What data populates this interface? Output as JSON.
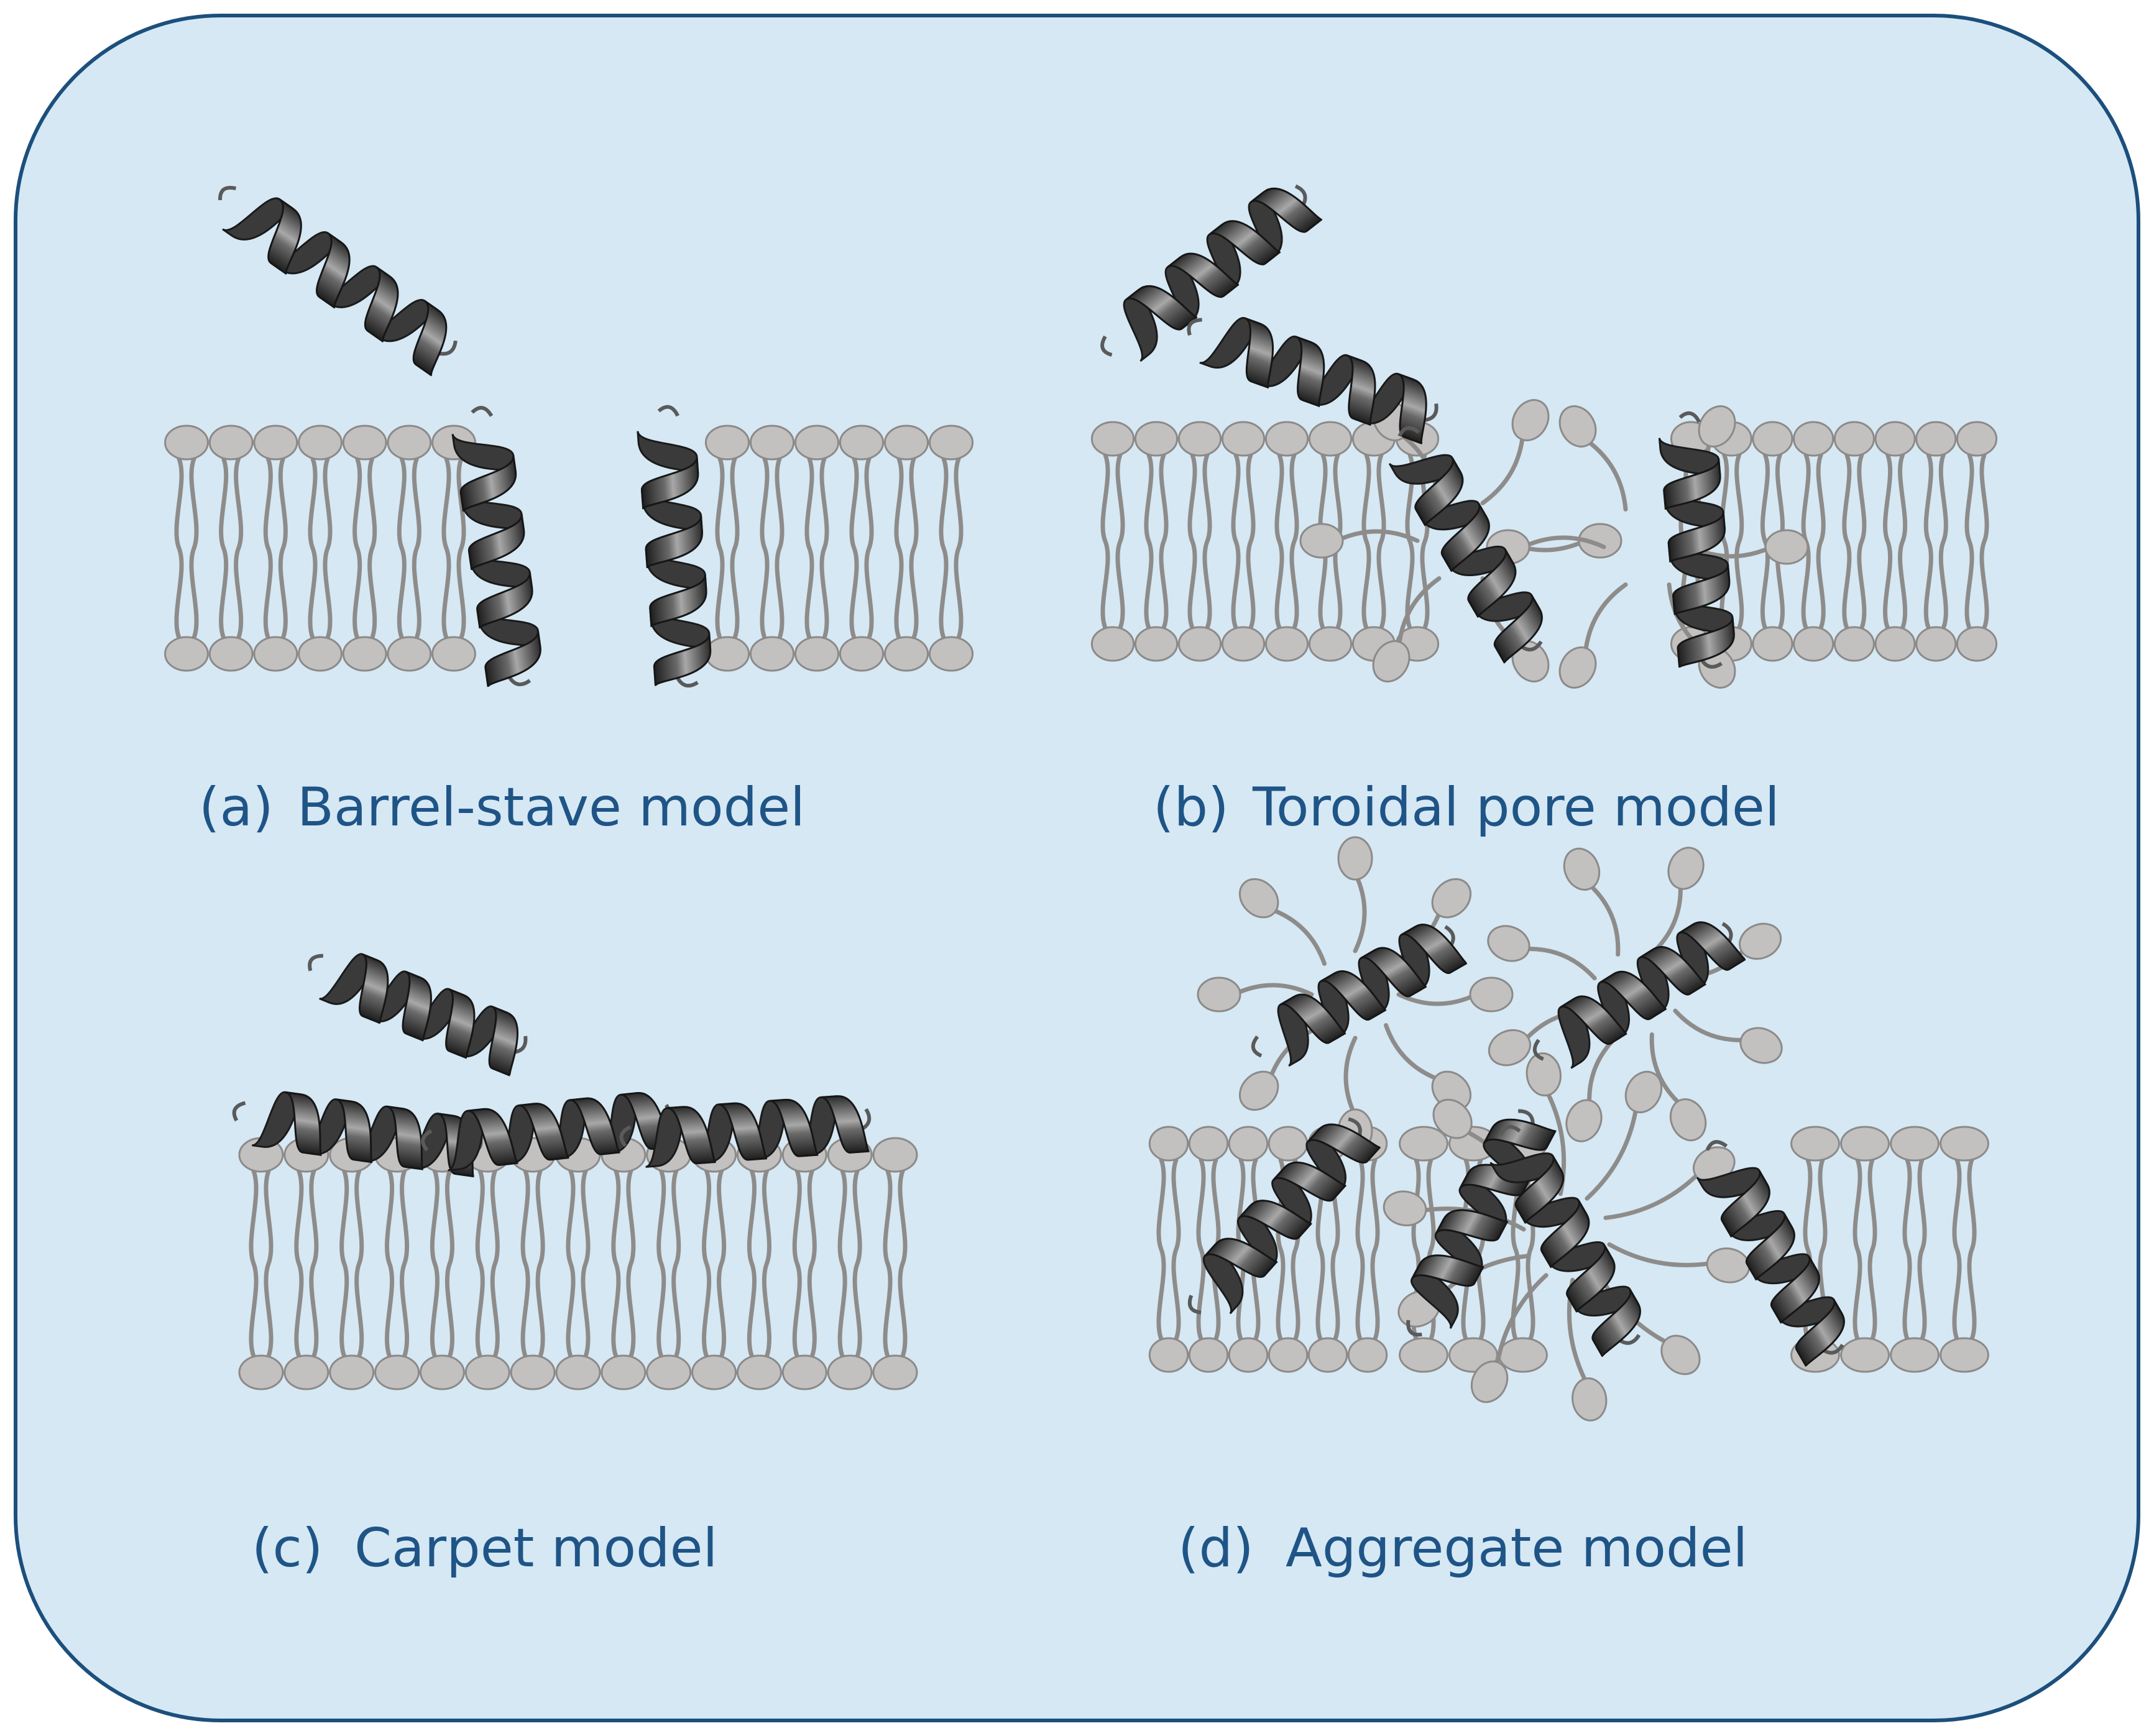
{
  "colors": {
    "background": "#d5e8f4",
    "frame_border": "#1c4f7c",
    "caption_text": "#1f5486",
    "lipid_head": "#c3c1c0",
    "lipid_head_outline": "#8c8a88",
    "lipid_tail": "#8e8c8a",
    "helix_dark": "#2b2b2b",
    "helix_light": "#a8a8a8"
  },
  "panels": [
    {
      "id": "a",
      "letter": "(a)",
      "title": "Barrel-stave model"
    },
    {
      "id": "b",
      "letter": "(b)",
      "title": "Toroidal pore model"
    },
    {
      "id": "c",
      "letter": "(c)",
      "title": "Carpet model"
    },
    {
      "id": "d",
      "letter": "(d)",
      "title": "Aggregate model"
    }
  ]
}
